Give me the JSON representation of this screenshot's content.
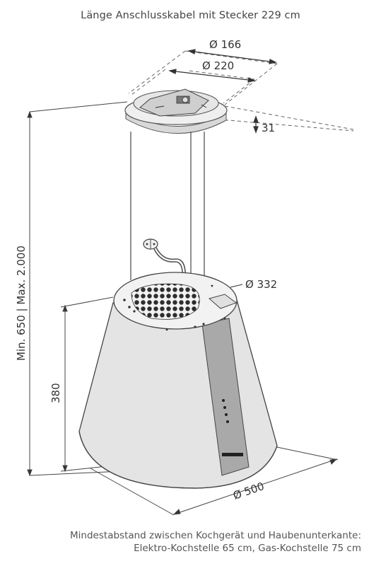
{
  "notes": {
    "cable": "Länge Anschlusskabel mit Stecker 229 cm",
    "min_distance_line1": "Mindestabstand zwischen Kochgerät und Haubenunterkante:",
    "min_distance_line2": "Elektro-Kochstelle 65 cm, Gas-Kochstelle 75 cm"
  },
  "dimensions": {
    "d166": "Ø 166",
    "d220": "Ø 220",
    "h31": "31",
    "d332": "Ø 332",
    "h_range": "Min. 650 | Max. 2.000",
    "h380": "380",
    "d500": "Ø 500"
  },
  "colors": {
    "hood_body": "#e4e4e4",
    "hood_top": "#f2f2f2",
    "control_panel": "#a9a9a9",
    "line": "#555555"
  }
}
